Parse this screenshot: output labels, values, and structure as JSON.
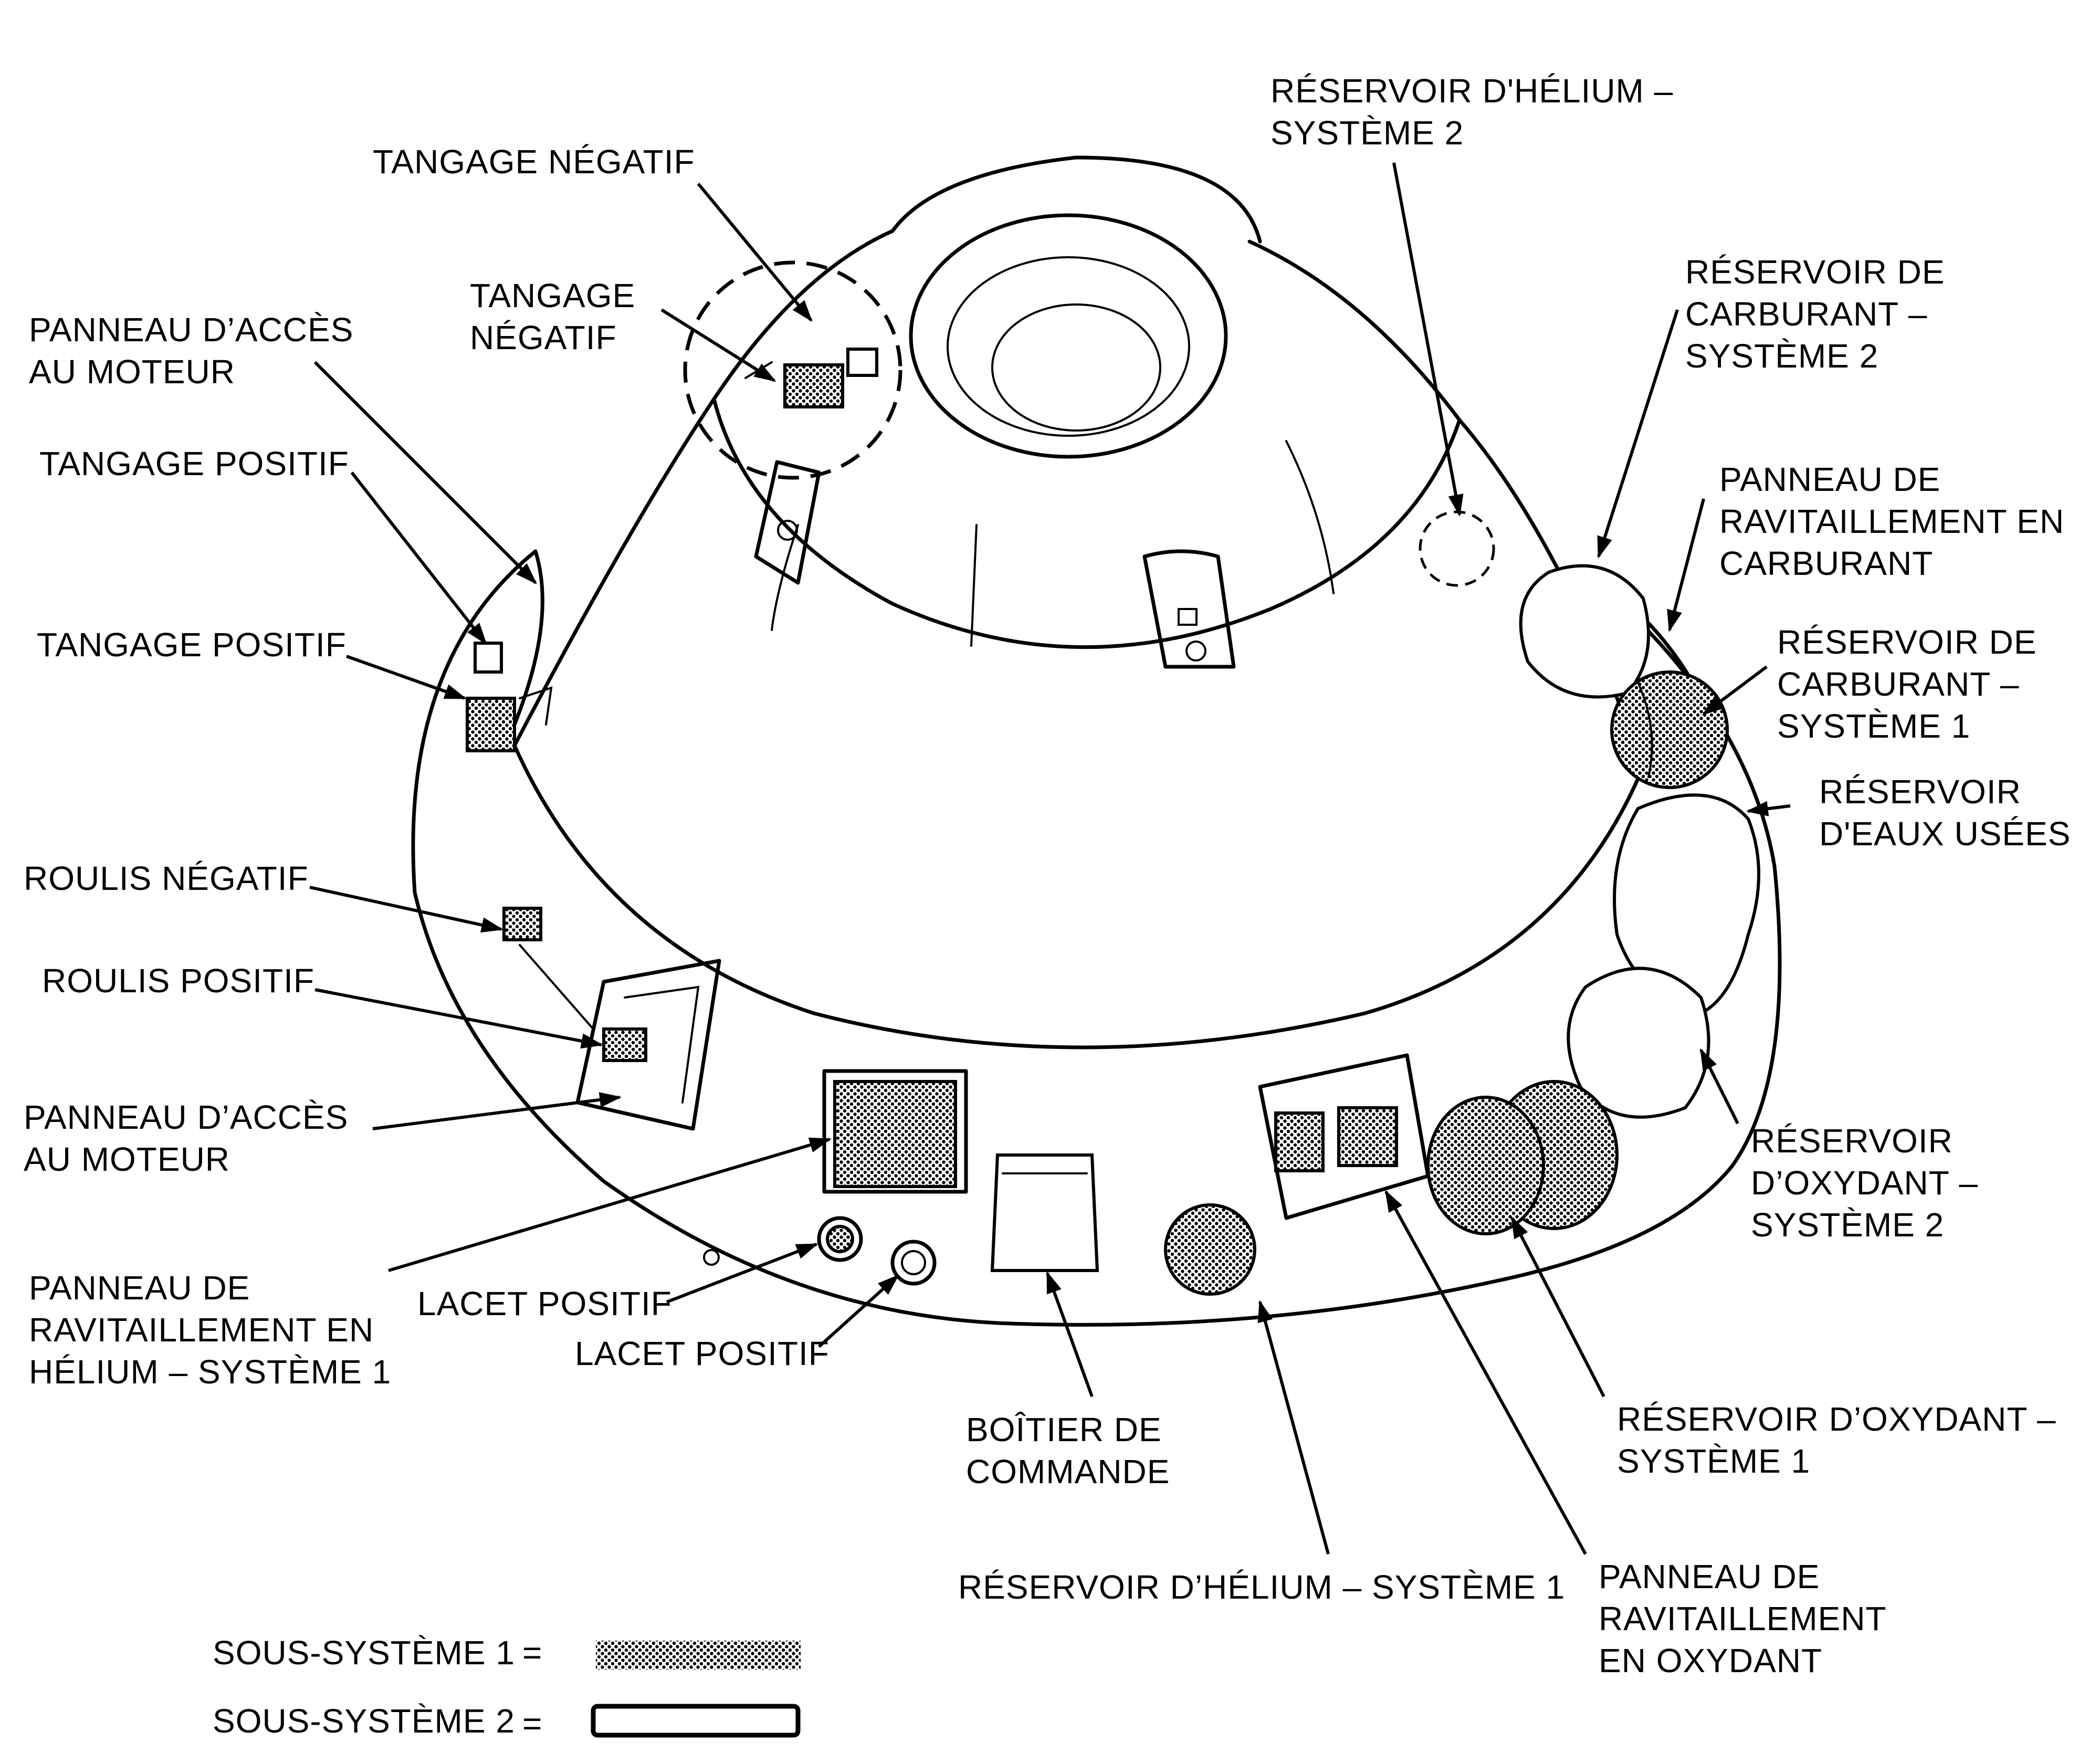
{
  "labels": {
    "tangage_negatif_1": [
      "TANGAGE NÉGATIF"
    ],
    "tangage_negatif_2": [
      "TANGAGE",
      "NÉGATIF"
    ],
    "panneau_acces_moteur_1": [
      "PANNEAU D’ACCÈS",
      "AU MOTEUR"
    ],
    "tangage_positif_1": [
      "TANGAGE POSITIF"
    ],
    "tangage_positif_2": [
      "TANGAGE POSITIF"
    ],
    "roulis_negatif": [
      "ROULIS NÉGATIF"
    ],
    "roulis_positif": [
      "ROULIS POSITIF"
    ],
    "panneau_acces_moteur_2": [
      "PANNEAU D’ACCÈS",
      "AU MOTEUR"
    ],
    "panneau_ravit_helium_1": [
      "PANNEAU DE",
      "RAVITAILLEMENT EN",
      "HÉLIUM – SYSTÈME 1"
    ],
    "lacet_positif_1": [
      "LACET POSITIF"
    ],
    "lacet_positif_2": [
      "LACET POSITIF"
    ],
    "boitier_commande": [
      "BOÎTIER DE",
      "COMMANDE"
    ],
    "reservoir_helium_1": [
      "RÉSERVOIR D’HÉLIUM – SYSTÈME 1"
    ],
    "panneau_ravit_oxydant": [
      "PANNEAU DE",
      "RAVITAILLEMENT",
      "EN OXYDANT"
    ],
    "reservoir_oxydant_1": [
      "RÉSERVOIR D’OXYDANT –",
      "SYSTÈME 1"
    ],
    "reservoir_oxydant_2": [
      "RÉSERVOIR",
      "D’OXYDANT –",
      "SYSTÈME 2"
    ],
    "reservoir_eaux_usees": [
      "RÉSERVOIR",
      "D'EAUX USÉES"
    ],
    "reservoir_carburant_1": [
      "RÉSERVOIR DE",
      "CARBURANT –",
      "SYSTÈME 1"
    ],
    "panneau_ravit_carburant": [
      "PANNEAU DE",
      "RAVITAILLEMENT EN",
      "CARBURANT"
    ],
    "reservoir_carburant_2": [
      "RÉSERVOIR DE",
      "CARBURANT –",
      "SYSTÈME 2"
    ],
    "reservoir_helium_2": [
      "RÉSERVOIR D'HÉLIUM –",
      "SYSTÈME 2"
    ]
  },
  "legend": {
    "subsystem_1": "SOUS-SYSTÈME 1",
    "subsystem_1_sign": "=",
    "subsystem_2": "SOUS-SYSTÈME 2",
    "subsystem_2_sign": "="
  },
  "colors": {
    "ink": "#000000",
    "paper": "#ffffff"
  }
}
